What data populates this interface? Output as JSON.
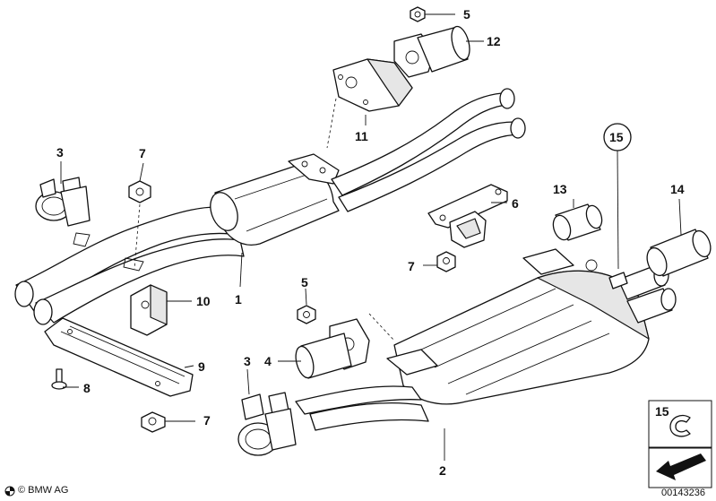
{
  "callouts": {
    "c1": "1",
    "c2": "2",
    "c3a": "3",
    "c3b": "3",
    "c4": "4",
    "c5a": "5",
    "c5b": "5",
    "c6": "6",
    "c7a": "7",
    "c7b": "7",
    "c7c": "7",
    "c8": "8",
    "c9": "9",
    "c10": "10",
    "c11": "11",
    "c12": "12",
    "c13": "13",
    "c14": "14",
    "c15": "15",
    "c15b": "15"
  },
  "footer": {
    "copyright": "© BMW AG",
    "diagram_number": "00143236"
  }
}
